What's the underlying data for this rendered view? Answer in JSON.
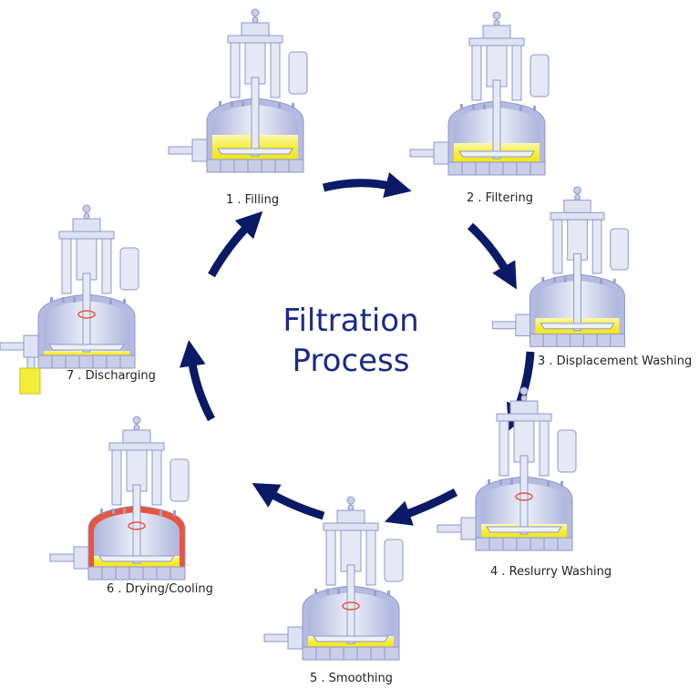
{
  "title_line1": "Filtration",
  "title_line2": "Process",
  "colors": {
    "arrow": "#0b1a66",
    "title": "#1b2a8a",
    "vessel": "#c9cde8",
    "vessel_dark": "#9aa1d0",
    "slurry": "#f4ee3a",
    "jacket_hot": "#e8553c"
  },
  "steps": [
    {
      "label": "1 . Filling",
      "cake_level": 0.45,
      "stirrer_ring": false,
      "hot_jacket": false,
      "discharge": false
    },
    {
      "label": "2 . Filtering",
      "cake_level": 0.35,
      "stirrer_ring": false,
      "hot_jacket": false,
      "discharge": false
    },
    {
      "label": "3 . Displacement Washing",
      "cake_level": 0.3,
      "stirrer_ring": false,
      "hot_jacket": false,
      "discharge": false
    },
    {
      "label": "4 . Reslurry Washing",
      "cake_level": 0.25,
      "stirrer_ring": true,
      "hot_jacket": false,
      "discharge": false
    },
    {
      "label": "5 . Smoothing",
      "cake_level": 0.2,
      "stirrer_ring": true,
      "hot_jacket": false,
      "discharge": false
    },
    {
      "label": "6 . Drying/Cooling",
      "cake_level": 0.2,
      "stirrer_ring": true,
      "hot_jacket": true,
      "discharge": false
    },
    {
      "label": "7 . Discharging",
      "cake_level": 0.08,
      "stirrer_ring": true,
      "hot_jacket": false,
      "discharge": true
    }
  ]
}
